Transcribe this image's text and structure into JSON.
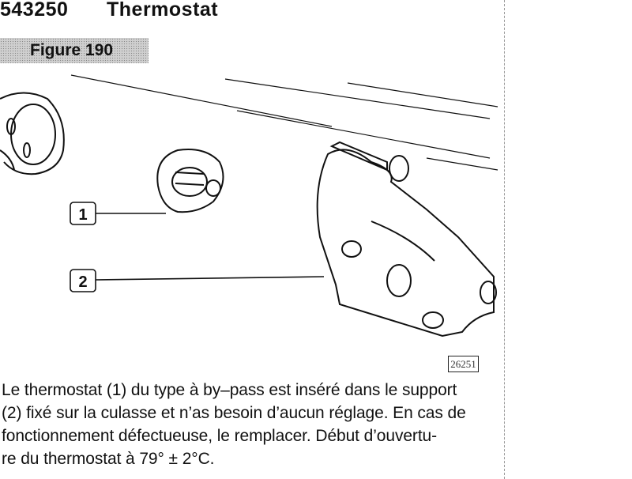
{
  "section": {
    "number": "543250",
    "title": "Thermostat"
  },
  "figure": {
    "label": "Figure 190",
    "reference": "26251",
    "callouts": [
      "1",
      "2"
    ]
  },
  "body": {
    "lines": [
      "Le thermostat (1) du type à by–pass est inséré dans le support",
      "(2) fixé sur la culasse et n’as besoin d’aucun réglage. En cas de",
      "fonctionnement défectueuse, le remplacer. Début d’ouvertu-",
      "re du thermostat à 79° ± 2°C."
    ]
  }
}
